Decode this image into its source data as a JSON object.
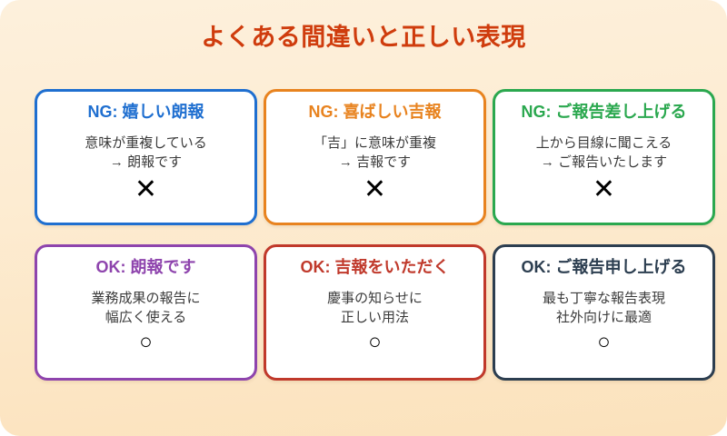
{
  "title": "よくある間違いと正しい表現",
  "title_color": "#cf3c0d",
  "background": {
    "gradient_from": "#fdf0dc",
    "gradient_to": "#fbe2bc"
  },
  "marks": {
    "cross": "✕",
    "circle": "○"
  },
  "cards": [
    {
      "heading": "NG: 嬉しい朗報",
      "line1": "意味が重複している",
      "line2": "→ 朗報です",
      "mark": "✕",
      "accent": "#1f6fd0"
    },
    {
      "heading": "NG: 喜ばしい吉報",
      "line1": "「吉」に意味が重複",
      "line2": "→ 吉報です",
      "mark": "✕",
      "accent": "#e8831f"
    },
    {
      "heading": "NG: ご報告差し上げる",
      "line1": "上から目線に聞こえる",
      "line2": "→ ご報告いたします",
      "mark": "✕",
      "accent": "#2ba84f"
    },
    {
      "heading": "OK: 朗報です",
      "line1": "業務成果の報告に",
      "line2": "幅広く使える",
      "mark": "○",
      "accent": "#8e44ad"
    },
    {
      "heading": "OK: 吉報をいただく",
      "line1": "慶事の知らせに",
      "line2": "正しい用法",
      "mark": "○",
      "accent": "#c0392b"
    },
    {
      "heading": "OK: ご報告申し上げる",
      "line1": "最も丁寧な報告表現",
      "line2": "社外向けに最適",
      "mark": "○",
      "accent": "#2c3e50"
    }
  ]
}
